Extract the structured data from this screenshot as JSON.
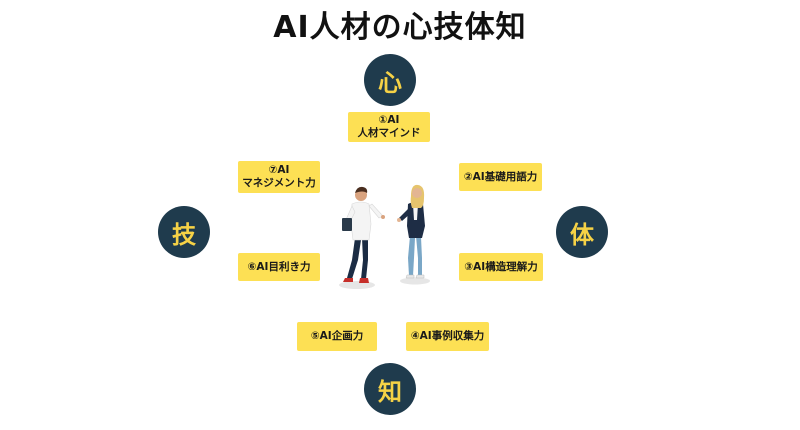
{
  "title": "AI人材の心技体知",
  "pillars": {
    "kokoro": "心",
    "gi": "技",
    "tai": "体",
    "chi": "知"
  },
  "skills": [
    {
      "line1": "①AI",
      "line2": "人材マインド"
    },
    {
      "line1": "②AI基礎用語力"
    },
    {
      "line1": "③AI構造理解力"
    },
    {
      "line1": "④AI事例収集力"
    },
    {
      "line1": "⑤AI企画力"
    },
    {
      "line1": "⑥AI目利き力"
    },
    {
      "line1": "⑦AI",
      "line2": "マネジメント力"
    }
  ],
  "colors": {
    "circle_bg": "#1f3b4d",
    "circle_text": "#f6d246",
    "box_bg": "#fde054"
  }
}
